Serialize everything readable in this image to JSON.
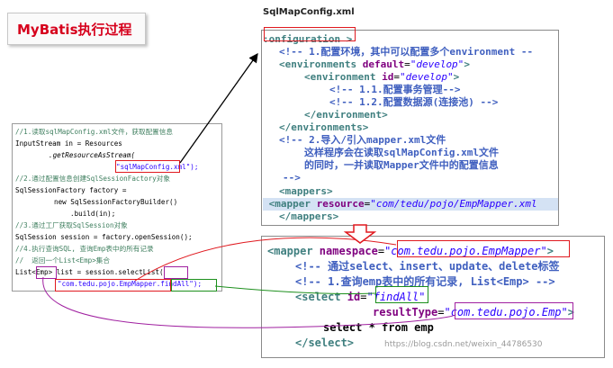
{
  "title": "MyBatis执行过程",
  "config_file_label": "SqlMapConfig.xml",
  "config_lines": [
    ":onfiguration >",
    "<!-- 1.配置环境，其中可以配置多个environment --",
    "<environments default=\"develop\">",
    "<environment id=\"develop\">",
    "<!-- 1.1.配置事务管理-->",
    "<!-- 1.2.配置数据源(连接池) -->",
    "</environment>",
    "</environments>",
    "<!-- 2.导入/引入mapper.xml文件",
    "这样程序会在读取sqlMapConfig.xml文件",
    "的同时，一并读取Mapper文件中的配置信息",
    "-->",
    "<mappers>",
    "<mapper resource=\"com/tedu/pojo/EmpMapper.xml",
    "</mappers>"
  ],
  "mapper_lines": [
    "<mapper namespace=\"com.tedu.pojo.EmpMapper\">",
    "<!-- 通过select、insert、update、delete标签",
    "<!-- 1.查询emp表中的所有记录, List<Emp> -->",
    "<select id=\"findAll\"",
    "resultType=\"com.tedu.pojo.Emp\">",
    "select * from emp",
    "</select>"
  ],
  "java_lines": [
    "//1.读取sqlMapConfig.xml文件，获取配置信息",
    "InputStream in = Resources",
    ".getResourceAsStream(",
    "\"sqlMapConfig.xml\");",
    "//2.通过配置信息创建SqlSessionFactory对象",
    "SqlSessionFactory factory =",
    "new SqlSessionFactoryBuilder()",
    ".build(in);",
    "//3.通过工厂获取SqlSession对象",
    "SqlSession session = factory.openSession();",
    "//4.执行查询SQL, 查询Emp表中的所有记录",
    "//  返回一个List<Emp>集合",
    "List<Emp> list = session.selectList(",
    "\"com.tedu.pojo.EmpMapper.findAll\");"
  ],
  "watermark": "https://blog.csdn.net/weixin_44786530",
  "colors": {
    "title_red": "#d6001c",
    "highlight_red": "#e0191f",
    "highlight_purple": "#a020a0",
    "highlight_green": "#1c8f1c",
    "arrow": "#000000"
  },
  "icons": [
    "down-arrow-icon"
  ]
}
